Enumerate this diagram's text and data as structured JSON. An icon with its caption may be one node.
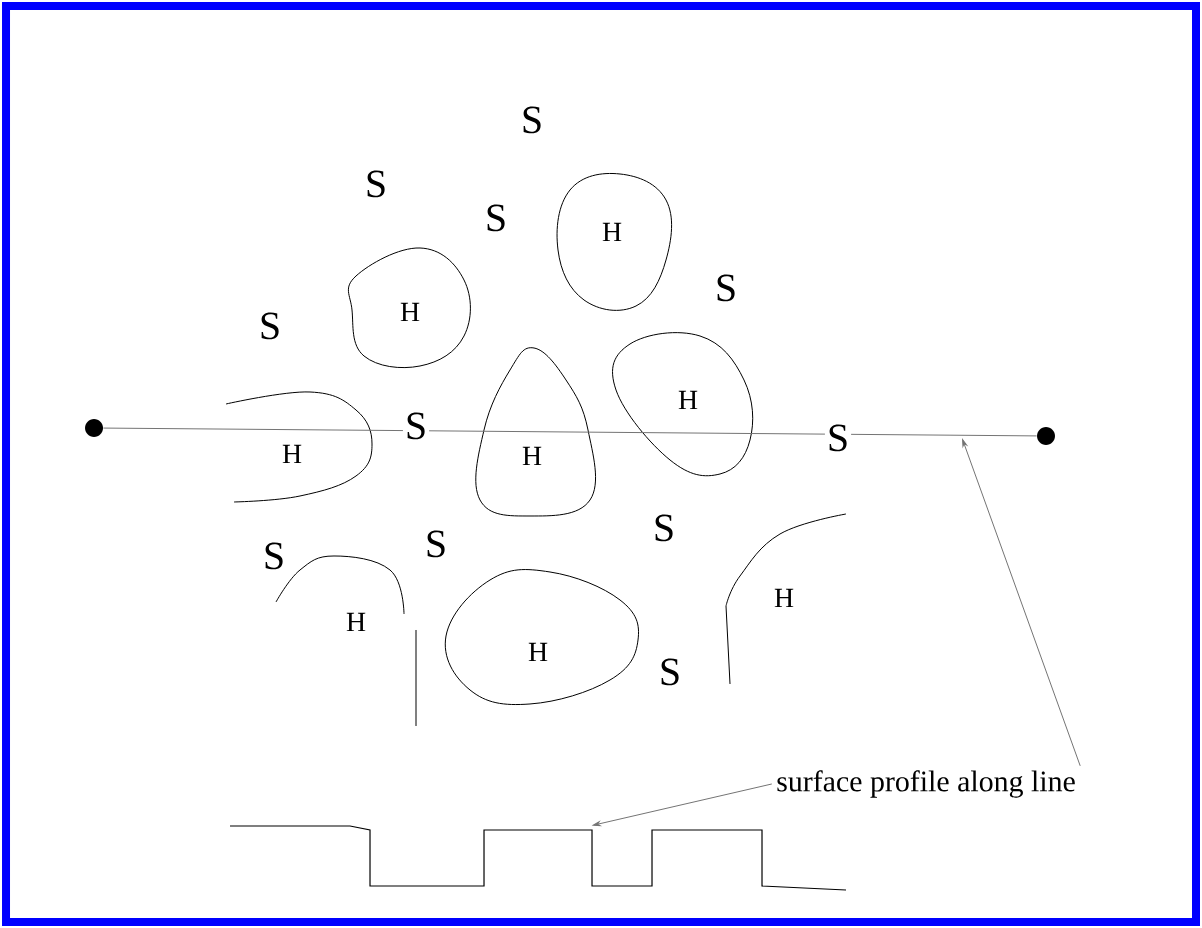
{
  "diagram": {
    "nodes": [
      {
        "text": [
          "H"
        ]
      },
      {
        "text": [
          "H"
        ]
      },
      {
        "text": [
          "H"
        ]
      },
      {
        "text": [],
        "shape": "circle"
      },
      {
        "text": [
          "H"
        ]
      },
      {
        "text": [
          "H"
        ]
      },
      {
        "text": [],
        "shape": "circle"
      },
      {
        "text": [
          "H"
        ]
      },
      {
        "text": [
          "H"
        ]
      },
      {
        "text": [
          "H"
        ]
      },
      {
        "text": [
          "surface profile along line"
        ]
      },
      {
        "text": [],
        "shape": "line"
      }
    ],
    "edges": [
      {
        "from": 3,
        "to": 6,
        "arrow": "none"
      },
      {
        "from": 10,
        "to": null,
        "arrow": "to"
      },
      {
        "from": 10,
        "to": 11,
        "arrow": "to"
      }
    ],
    "labels": [
      "S",
      "S",
      "S",
      "S",
      "S",
      "S",
      "S",
      "S",
      "S",
      "S",
      "S"
    ]
  }
}
